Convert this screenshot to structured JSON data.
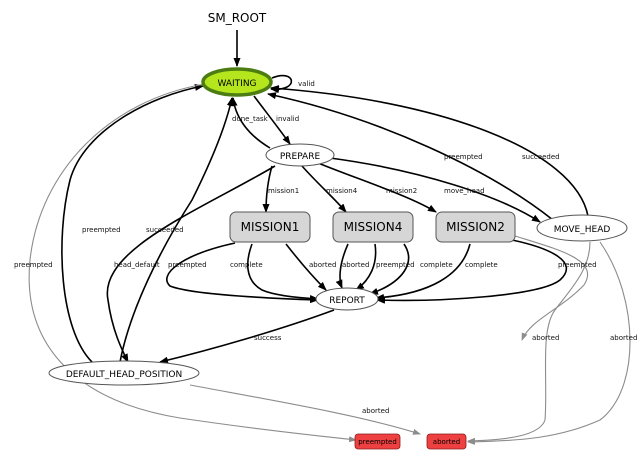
{
  "root_label": "SM_ROOT",
  "states": {
    "waiting": "WAITING",
    "prepare": "PREPARE",
    "mission1": "MISSION1",
    "mission4": "MISSION4",
    "mission2": "MISSION2",
    "move_head": "MOVE_HEAD",
    "report": "REPORT",
    "default_head_position": "DEFAULT_HEAD_POSITION"
  },
  "outcomes": {
    "preempted": "preempted",
    "aborted": "aborted"
  },
  "transitions": {
    "valid": "valid",
    "done_task": "done_task",
    "invalid": "invalid",
    "preempted_move_head": "preempted",
    "succeeded_move_head": "succeeded",
    "mission1": "mission1",
    "mission4": "mission4",
    "mission2": "mission2",
    "move_head": "move_head",
    "preempted_dhp": "preempted",
    "succeeded_dhp": "succeeded",
    "head_default": "head_default",
    "preempted_root": "preempted",
    "m1_preempted": "preempted",
    "m1_complete": "complete",
    "m1_aborted": "aborted",
    "m4_aborted": "aborted",
    "m4_preempted": "preempted",
    "m4_complete": "complete",
    "m2_complete": "complete",
    "m2_preempted": "preempted",
    "aborted_move_head_1": "aborted",
    "aborted_move_head_2": "aborted",
    "success": "success",
    "aborted_dhp": "aborted"
  },
  "colors": {
    "active_fill": "#b5e61d",
    "active_border": "#4d7d12",
    "mission_fill": "#d6d6d6",
    "outcome_fill": "#ee4040",
    "edge": "#000000",
    "edge_muted": "#8c8c8c"
  }
}
